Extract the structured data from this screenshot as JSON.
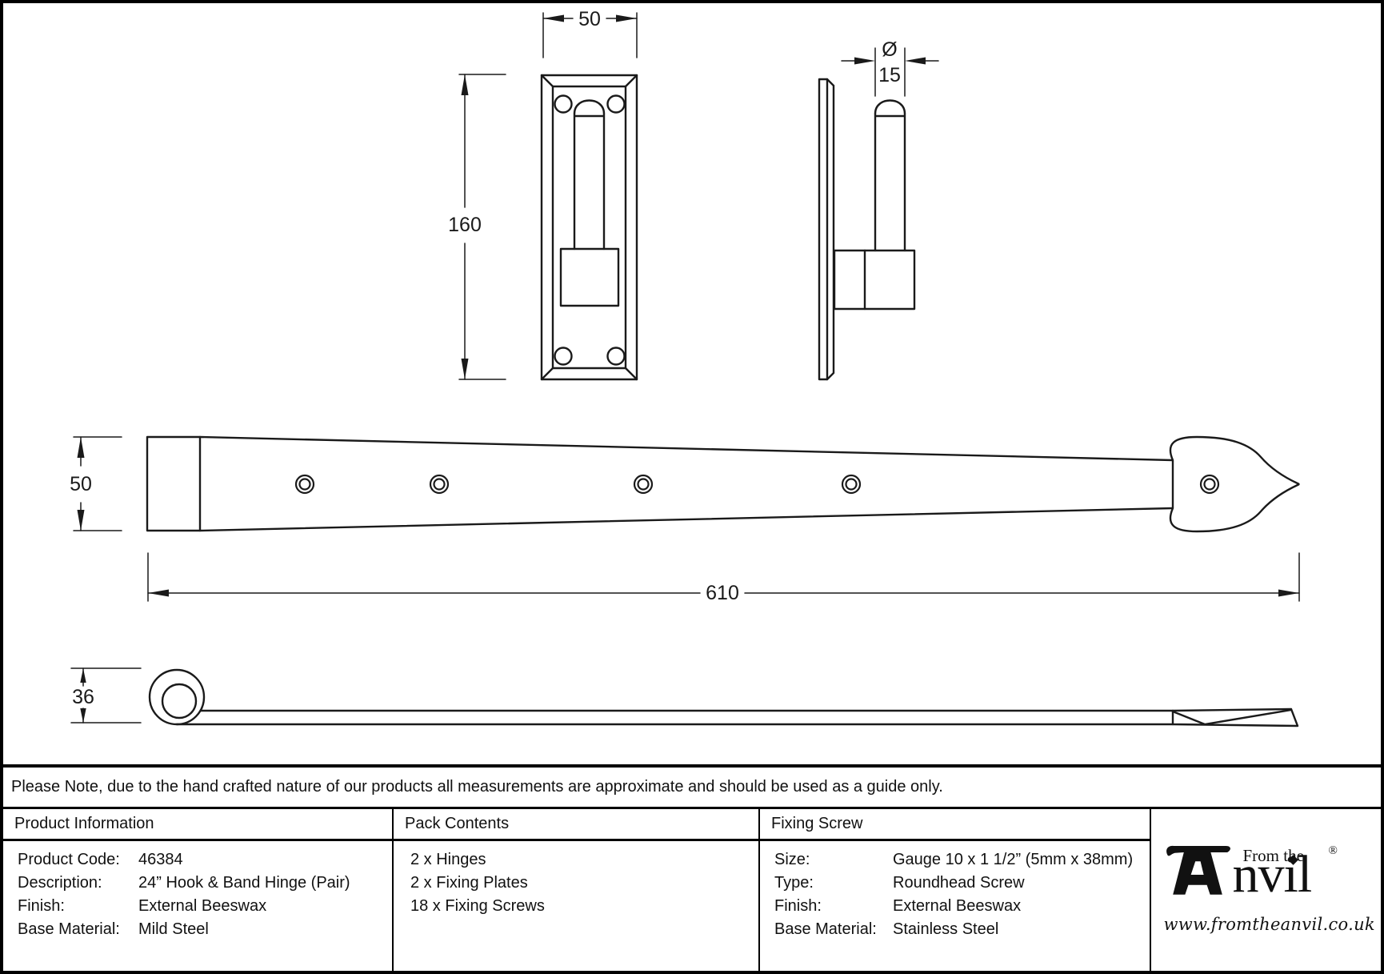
{
  "note": {
    "text": "Please Note, due to the hand crafted nature of our products all measurements are approximate and should be used as a guide only."
  },
  "drawing": {
    "dims": {
      "plate_width": "50",
      "plate_height": "160",
      "pin_dia_symbol": "Ø",
      "pin_dia": "15",
      "band_width": "50",
      "band_length": "610",
      "band_side_height": "36"
    }
  },
  "table": {
    "product_information": {
      "header": "Product Information",
      "rows": [
        {
          "label": "Product Code:",
          "value": "46384"
        },
        {
          "label": "Description:",
          "value": "24” Hook & Band Hinge (Pair)"
        },
        {
          "label": "Finish:",
          "value": "External Beeswax"
        },
        {
          "label": "Base Material:",
          "value": "Mild Steel"
        }
      ]
    },
    "pack_contents": {
      "header": "Pack Contents",
      "items": [
        "2 x Hinges",
        "2 x Fixing Plates",
        "18 x Fixing Screws"
      ]
    },
    "fixing_screw": {
      "header": "Fixing Screw",
      "rows": [
        {
          "label": "Size:",
          "value": "Gauge 10 x 1 1/2” (5mm x 38mm)"
        },
        {
          "label": "Type:",
          "value": "Roundhead Screw"
        },
        {
          "label": "Finish:",
          "value": "External Beeswax"
        },
        {
          "label": "Base Material:",
          "value": "Stainless Steel"
        }
      ]
    },
    "logo": {
      "brand_prefix": "From the",
      "brand_name": "nvil",
      "registered": "®",
      "url": "www.fromtheanvil.co.uk"
    }
  },
  "colors": {
    "line": "#1a1a1a",
    "border": "#000000",
    "background": "#ffffff"
  }
}
